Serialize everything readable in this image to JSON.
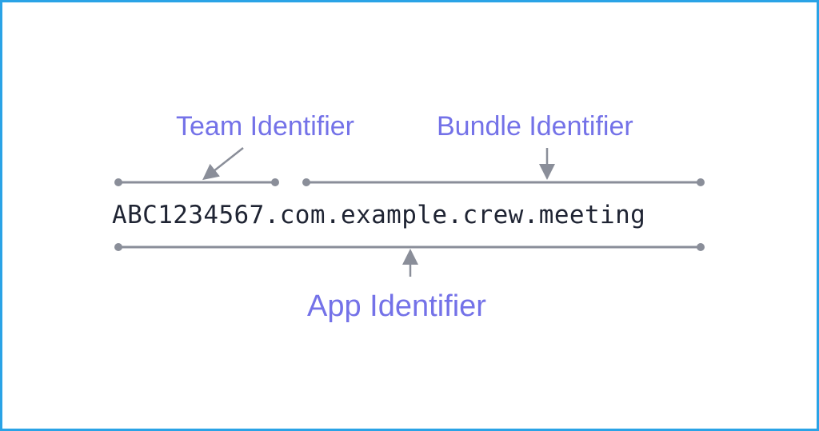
{
  "labels": {
    "team": "Team Identifier",
    "bundle": "Bundle Identifier",
    "app": "App Identifier"
  },
  "identifier": "ABC1234567.com.example.crew.meeting",
  "colors": {
    "border": "#2aa3e6",
    "label": "#7472e8",
    "bracket": "#8a8e99",
    "identifier_text": "#1f2433"
  }
}
